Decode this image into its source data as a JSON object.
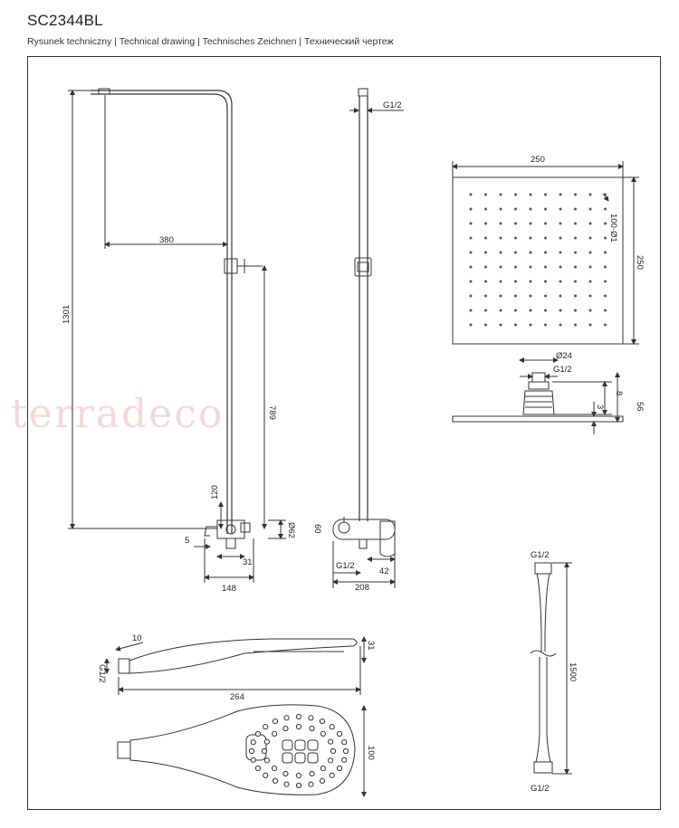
{
  "header": {
    "model": "SC2344BL",
    "subtitle": "Rysunek techniczny | Technical drawing | Technisches Zeichnen | Технический чертеж"
  },
  "watermark": "terradeco",
  "dimensions": {
    "arm_length": "380",
    "total_height": "1301",
    "valve_height": "789",
    "spout_offset": "120",
    "spout_tip": "5",
    "valve_depth": "31",
    "total_depth": "148",
    "diameter_62": "Ø62",
    "height_60": "60",
    "pipe_thread_top": "G1/2",
    "inlet_thread": "G1/2",
    "inlet_offset": "42",
    "mixer_width": "208",
    "head_width": "250",
    "head_height": "250",
    "nozzles": "100·Ø1",
    "connector_diameter": "Ø24",
    "connector_thread": "G1/2",
    "head_thickness_8": "8",
    "head_thickness_3": "3",
    "head_total_56": "56",
    "hand_angle": "10",
    "hand_thread": "G1/2",
    "hand_length": "264",
    "hand_height": "31",
    "hand_head_width": "100",
    "hose_thread_top": "G1/2",
    "hose_length": "1500",
    "hose_thread_bottom": "G1/2"
  },
  "colors": {
    "line": "#333333",
    "watermark": "#f0b8b8"
  }
}
